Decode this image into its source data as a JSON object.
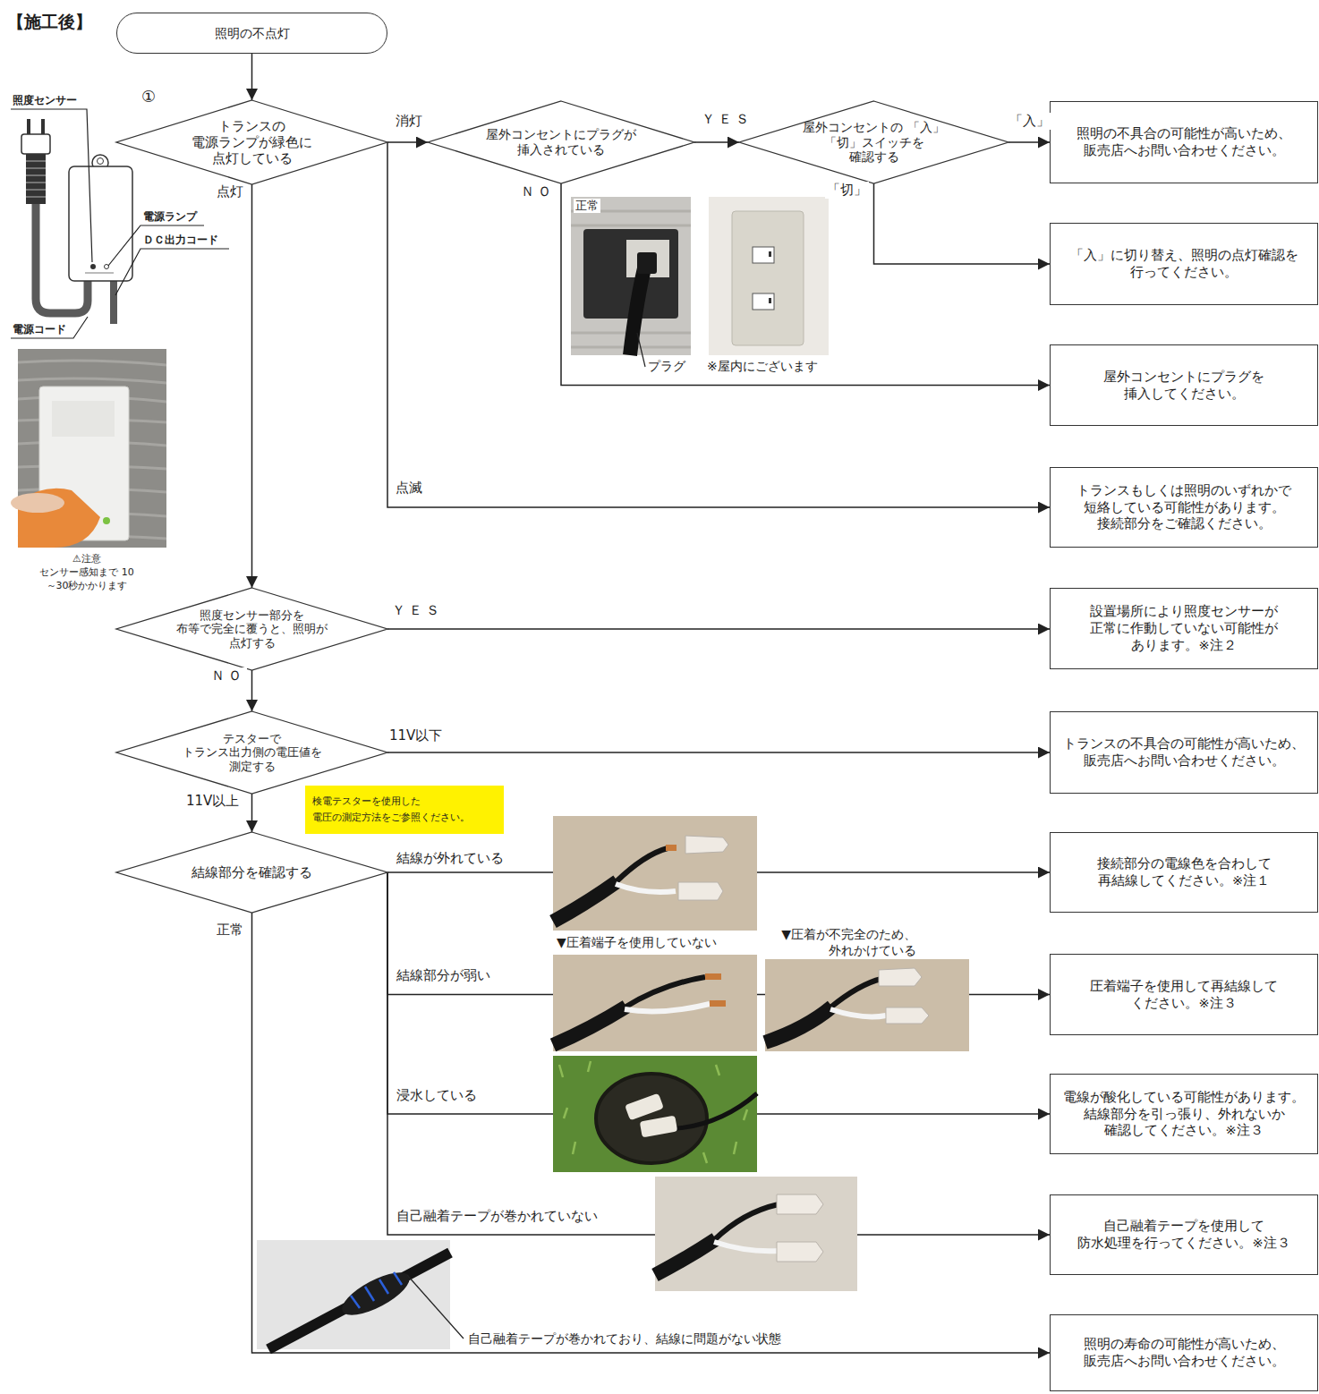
{
  "diagram": {
    "title": "【施工後】",
    "nodes": [
      {
        "text": [
          "照明の不点灯"
        ]
      },
      {
        "text": [
          "トランスの 電源ランプが緑色に 点灯している"
        ]
      },
      {
        "text": [
          "屋外コンセントにプラグが 挿入されている"
        ]
      },
      {
        "text": [
          "屋外コンセントの 「入」「切」スイッチを 確認する"
        ]
      },
      {
        "text": [
          "照明の不具合の可能性が高いため、 販売店へお問い合わせください。"
        ]
      },
      {
        "text": [
          "「入」に切り替え、照明の点灯確認を 行ってください。"
        ]
      },
      {
        "text": [
          "屋外コンセントにプラグを 挿入してください。"
        ]
      },
      {
        "text": [
          "トランスもしくは照明のいずれかで 短絡している可能性があります。 接続部分をご確認ください。"
        ]
      },
      {
        "text": [
          "照度センサー部分を 布等で完全に覆うと、照明が 点灯する"
        ]
      },
      {
        "text": [
          "設置場所により照度センサーが 正常に作動していない可能性が あります。※注２"
        ]
      },
      {
        "text": [
          "テスターで トランス出力側の電圧値を 測定する"
        ]
      },
      {
        "text": [
          "トランスの不具合の可能性が高いため、 販売店へお問い合わせください。"
        ]
      },
      {
        "text": [
          "結線部分を確認する"
        ]
      },
      {
        "text": [
          "接続部分の電線色を合わして 再結線してください。※注１"
        ]
      },
      {
        "text": [
          "圧着端子を使用して再結線して ください。※注３"
        ]
      },
      {
        "text": [
          "電線が酸化している可能性があります。 結線部分を引っ張り、外れないか 確認してください。※注３"
        ]
      },
      {
        "text": [
          "自己融着テープを使用して 防水処理を行ってください。※注３"
        ]
      },
      {
        "text": [
          "照明の寿命の可能性が高いため、 販売店へお問い合わせください。"
        ]
      },
      {
        "text": [
          "検電テスターを使用した 電圧の測定方法をご参照ください。"
        ]
      }
    ],
    "edges": [
      {
        "from": 0,
        "to": 1,
        "arrow": "to"
      },
      {
        "from": 1,
        "to": 2,
        "label": "消灯",
        "arrow": "to"
      },
      {
        "from": 2,
        "to": 3,
        "label": "ＹＥＳ",
        "arrow": "to"
      },
      {
        "from": 3,
        "to": 4,
        "label": "「入」",
        "arrow": "to"
      },
      {
        "from": 3,
        "to": 5,
        "label": "「切」",
        "arrow": "to"
      },
      {
        "from": 2,
        "to": 6,
        "label": "ＮＯ",
        "arrow": "to"
      },
      {
        "from": 1,
        "to": 7,
        "label": "点滅",
        "arrow": "to"
      },
      {
        "from": 1,
        "to": 8,
        "label": "点灯",
        "arrow": "to"
      },
      {
        "from": 8,
        "to": 9,
        "label": "ＹＥＳ",
        "arrow": "to"
      },
      {
        "from": 8,
        "to": 10,
        "label": "ＮＯ",
        "arrow": "to"
      },
      {
        "from": 10,
        "to": 11,
        "label": "11V以下",
        "arrow": "to"
      },
      {
        "from": 10,
        "to": 12,
        "label": "11V以上",
        "arrow": "to"
      },
      {
        "from": 12,
        "to": 13,
        "label": "結線が外れている",
        "arrow": "to"
      },
      {
        "from": 12,
        "to": 14,
        "label": "結線部分が弱い",
        "arrow": "to"
      },
      {
        "from": 12,
        "to": 15,
        "label": "浸水している",
        "arrow": "to"
      },
      {
        "from": 12,
        "to": 16,
        "label": "自己融着テープが巻かれていない",
        "arrow": "to"
      },
      {
        "from": 12,
        "to": 17,
        "label": "正常",
        "arrow": "to"
      }
    ],
    "labels": [
      "①",
      "照度センサー",
      "電源ランプ",
      "ＤＣ出力コード",
      "電源コード",
      "⚠注意",
      "センサー感知まで 10～30秒かかります",
      "正常",
      "プラグ",
      "※屋内にございます",
      "▼圧着端子を使用していない",
      "▼圧着が不完全のため、 外れかけている",
      "自己融着テープが巻かれており、結線に問題がない状態"
    ]
  }
}
